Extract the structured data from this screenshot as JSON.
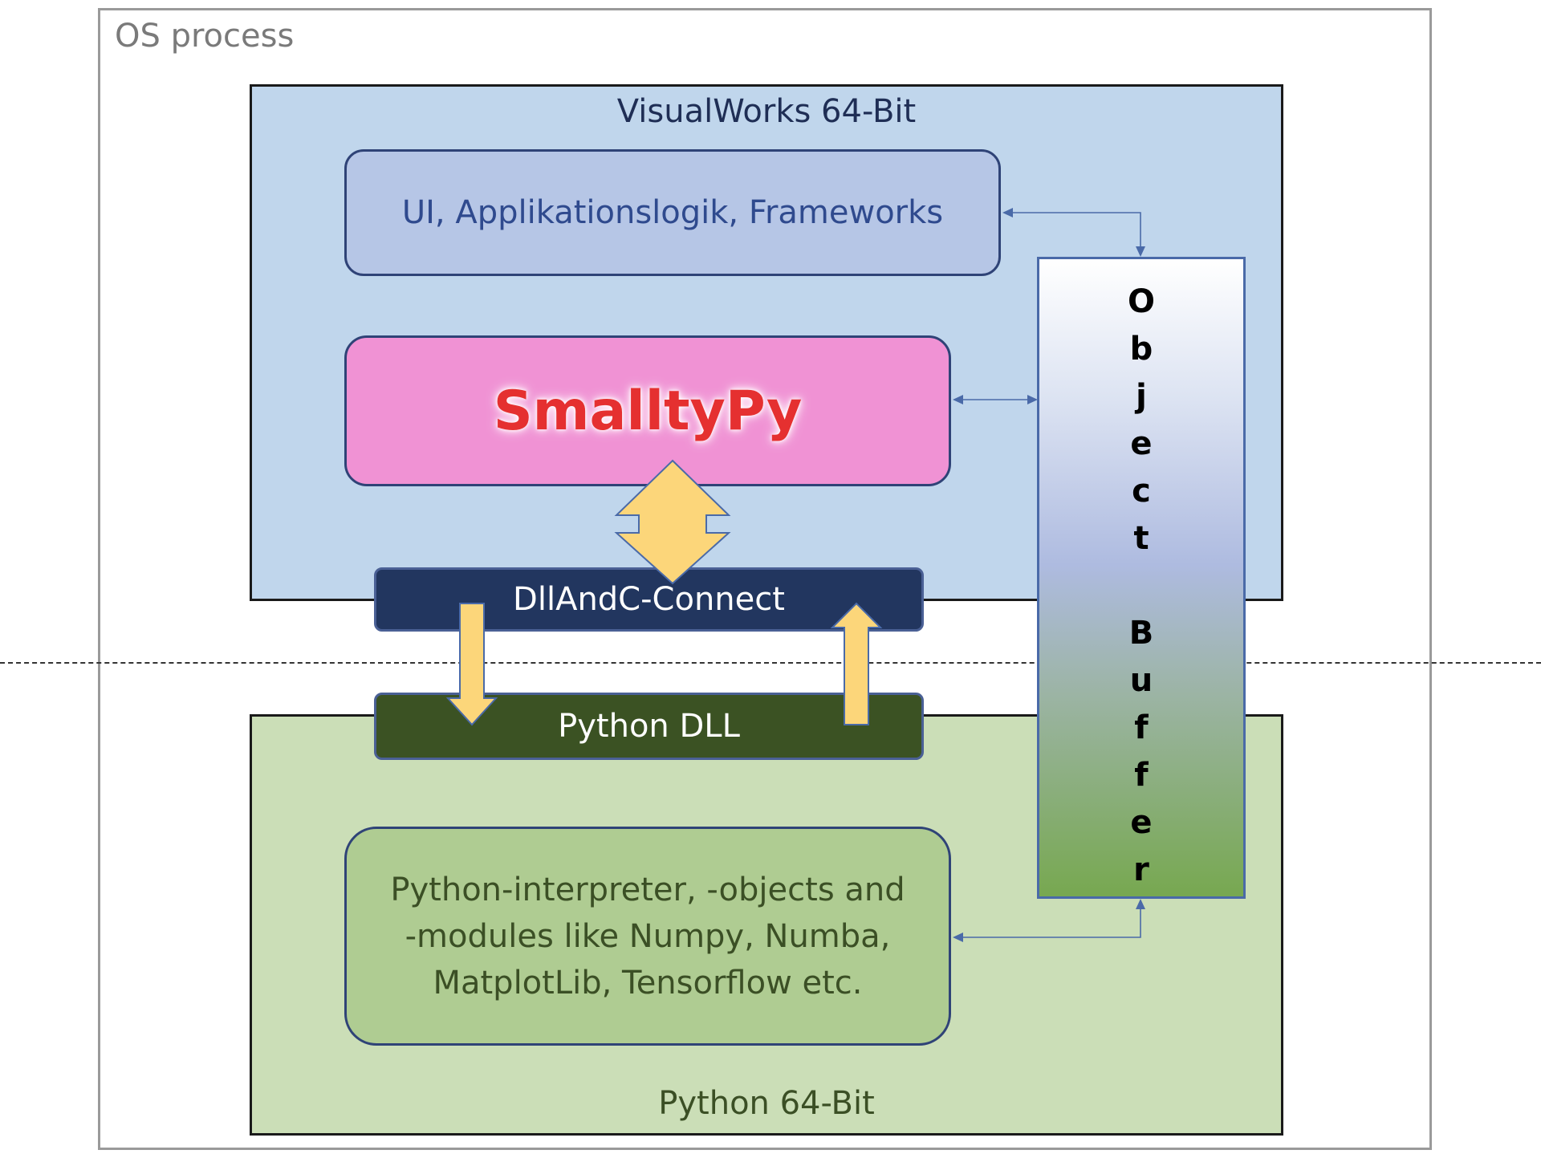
{
  "os_process": {
    "label": "OS process"
  },
  "visualworks": {
    "title": "VisualWorks 64-Bit"
  },
  "ui_layer": {
    "label": "UI, Applikationslogik, Frameworks"
  },
  "smalltypy": {
    "label": "SmalltyPy"
  },
  "dll_connect": {
    "label": "DllAndC-Connect"
  },
  "python_dll": {
    "label": "Python DLL"
  },
  "python": {
    "title": "Python 64-Bit"
  },
  "python_interpreter": {
    "lines": [
      "Python-interpreter, -objects and",
      "-modules like Numpy, Numba,",
      "MatplotLib, Tensorflow etc."
    ]
  },
  "object_buffer": {
    "chars": [
      "O",
      "b",
      "j",
      "e",
      "c",
      "t",
      "",
      "B",
      "u",
      "f",
      "f",
      "e",
      "r"
    ]
  },
  "colors": {
    "arrow_fill": "#fcd67a",
    "arrow_stroke": "#4a6aa8",
    "connector": "#4a6aa8"
  }
}
